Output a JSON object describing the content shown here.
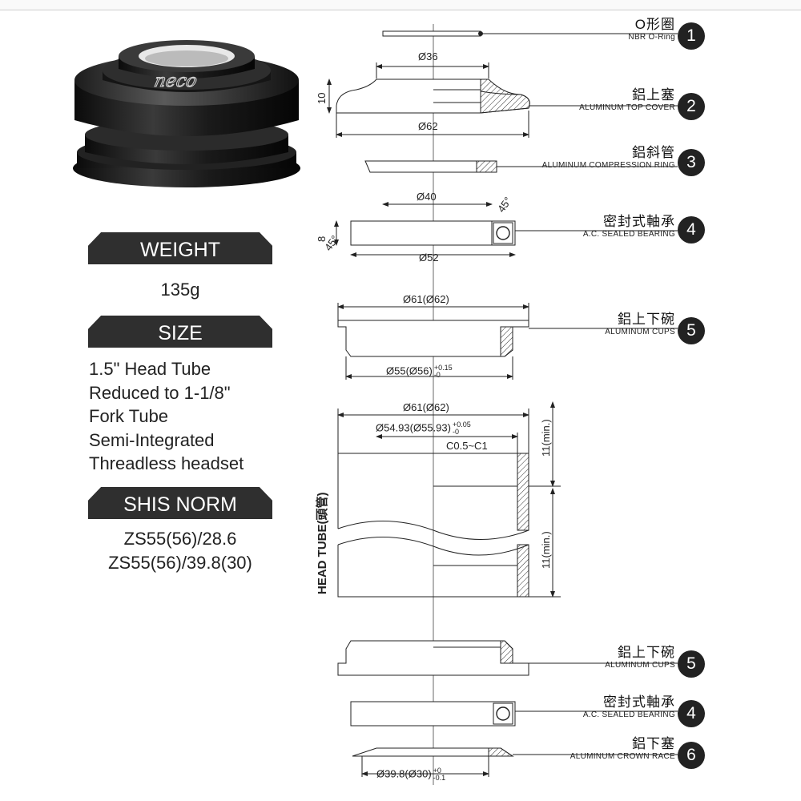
{
  "product": {
    "brand": "neco"
  },
  "specs": {
    "weight_title": "WEIGHT",
    "weight_value": "135g",
    "size_title": "SIZE",
    "size_lines": [
      "1.5\" Head Tube",
      "Reduced to 1-1/8\"",
      "Fork Tube",
      "Semi-Integrated",
      "Threadless headset"
    ],
    "shis_title": "SHIS NORM",
    "shis_lines": [
      "ZS55(56)/28.6",
      "ZS55(56)/39.8(30)"
    ]
  },
  "parts": [
    {
      "num": "1",
      "zh": "O形圈",
      "en": "NBR O-Ring"
    },
    {
      "num": "2",
      "zh": "鋁上塞",
      "en": "ALUMINUM TOP COVER"
    },
    {
      "num": "3",
      "zh": "鋁斜管",
      "en": "ALUMINUM COMPRESSION RING"
    },
    {
      "num": "4",
      "zh": "密封式軸承",
      "en": "A.C. SEALED BEARING"
    },
    {
      "num": "5",
      "zh": "鋁上下碗",
      "en": "ALUMINUM CUPS"
    },
    {
      "num": "5",
      "zh": "鋁上下碗",
      "en": "ALUMINUM CUPS"
    },
    {
      "num": "4",
      "zh": "密封式軸承",
      "en": "A.C. SEALED BEARING"
    },
    {
      "num": "6",
      "zh": "鋁下塞",
      "en": "ALUMINUM CROWN RACE"
    }
  ],
  "dimensions": {
    "top_cover_inner": "Ø36",
    "top_cover_height": "10",
    "top_cover_outer": "Ø62",
    "bearing_inner": "Ø40",
    "bearing_angle_top": "45°",
    "bearing_angle_left": "45°",
    "bearing_height": "8",
    "bearing_outer": "Ø52",
    "cup_outer": "Ø61(Ø62)",
    "cup_insert": "Ø55(Ø56)",
    "cup_insert_tol_upper": "+0.15",
    "cup_insert_tol_lower": "-0",
    "tube_outer": "Ø61(Ø62)",
    "tube_inner": "Ø54.93(Ø55.93)",
    "tube_inner_tol_upper": "+0.05",
    "tube_inner_tol_lower": "-0",
    "chamfer": "C0.5~C1",
    "min_depth_top": "11(min.)",
    "min_depth_bottom": "11(min.)",
    "crown_race": "Ø39.8(Ø30)",
    "crown_race_tol_upper": "+0",
    "crown_race_tol_lower": "-0.1"
  },
  "head_tube_label": "HEAD TUBE(頭管)"
}
